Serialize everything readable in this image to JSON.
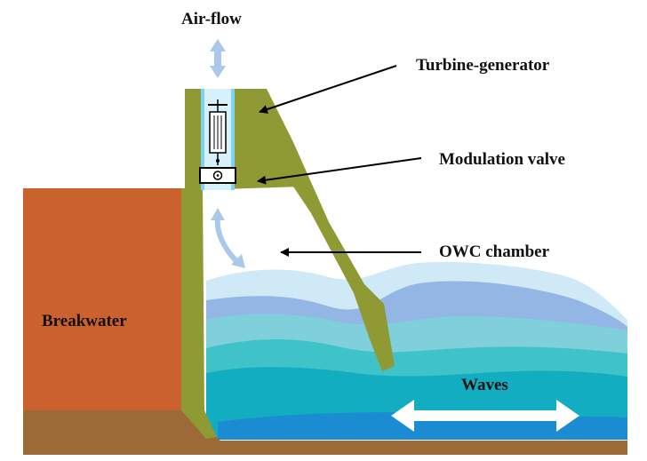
{
  "labels": {
    "airflow": "Air-flow",
    "turbine": "Turbine-generator",
    "valve": "Modulation valve",
    "owc": "OWC chamber",
    "breakwater": "Breakwater",
    "waves": "Waves"
  },
  "colors": {
    "breakwater": "#cc612c",
    "seabed": "#9b6a36",
    "structure": "#8f9a34",
    "air_arrow": "#a9c8ea",
    "wave_arrow": "#ffffff",
    "annotation_arrow": "#000000",
    "water_light": "#c8e6f5",
    "water_mid": "#8fb3e3",
    "water_teal": "#54c8cc",
    "water_deep": "#1bb3c4",
    "water_blue": "#1683cf"
  }
}
